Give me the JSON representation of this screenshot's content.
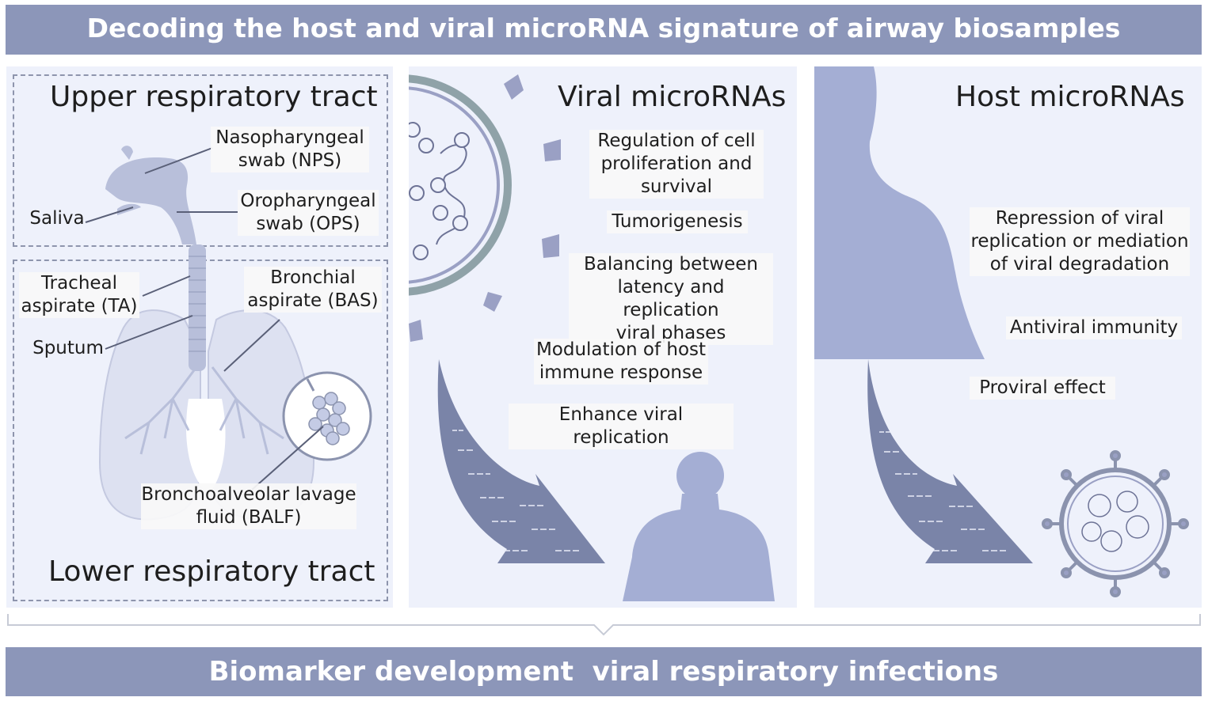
{
  "title": "Decoding the host and viral microRNA signature of airway biosamples",
  "footer": "Biomarker development  viral respiratory infections",
  "colors": {
    "banner": "#8c96b9",
    "panel": "#eef1fb",
    "silhouette": "#a4aed4",
    "arrow": "#7a84a8",
    "virus": "#9aa0c4"
  },
  "samples_panel": {
    "upper_heading": "Upper respiratory tract",
    "lower_heading": "Lower respiratory tract",
    "nps": [
      "Nasopharyngeal",
      "swab (NPS)"
    ],
    "ops": [
      "Oropharyngeal",
      "swab (OPS)"
    ],
    "saliva": "Saliva",
    "ta": [
      "Tracheal",
      "aspirate (TA)"
    ],
    "bas": [
      "Bronchial",
      "aspirate (BAS)"
    ],
    "sputum": "Sputum",
    "balf": [
      "Bronchoalveolar lavage",
      "fluid (BALF)"
    ]
  },
  "viral_panel": {
    "heading": "Viral microRNAs",
    "functions": [
      [
        "Regulation of cell",
        "proliferation and",
        "survival"
      ],
      [
        "Tumorigenesis"
      ],
      [
        "Balancing between",
        "latency and replication",
        "viral phases"
      ],
      [
        "Modulation of host",
        "immune response"
      ],
      [
        "Enhance viral replication"
      ]
    ]
  },
  "host_panel": {
    "heading": "Host microRNAs",
    "functions": [
      [
        "Repression of viral",
        "replication or mediation",
        "of viral degradation"
      ],
      [
        "Antiviral immunity"
      ],
      [
        "Proviral effect"
      ]
    ]
  }
}
